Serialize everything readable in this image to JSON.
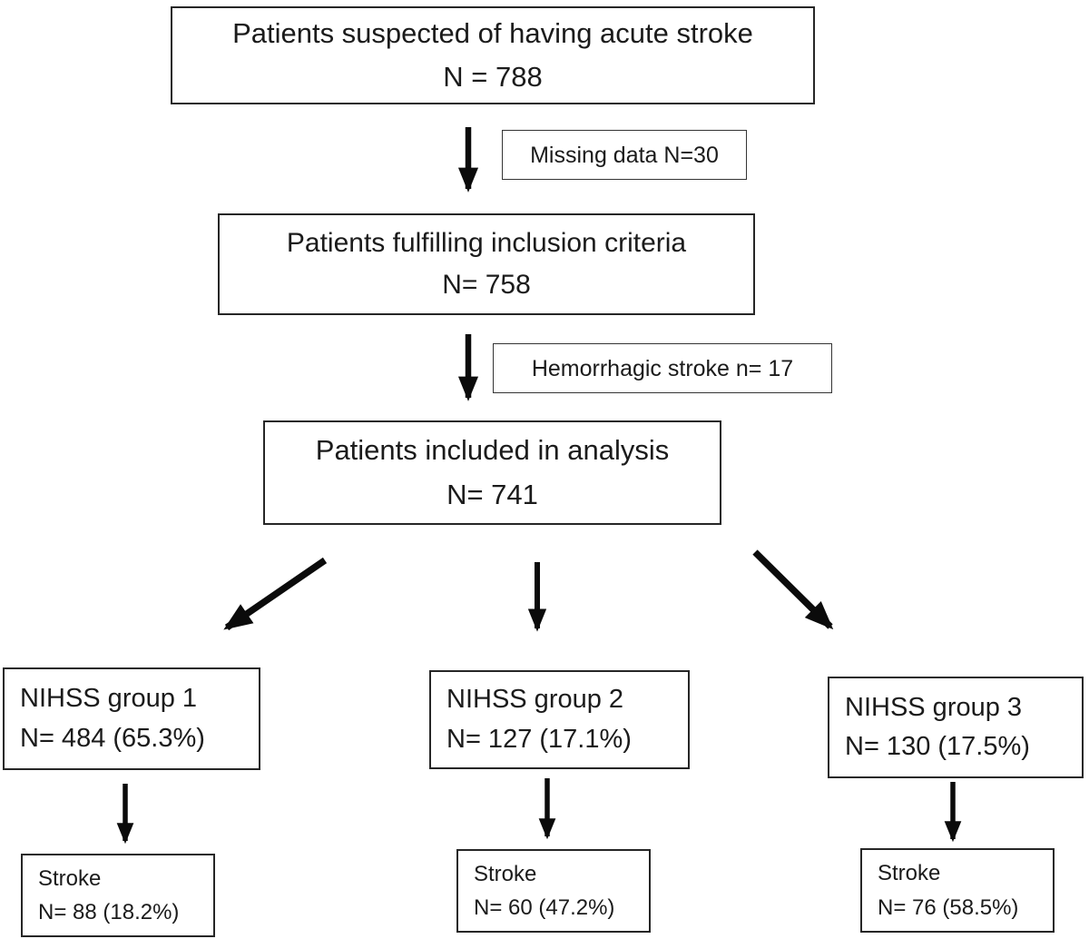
{
  "diagram": {
    "background": "#ffffff",
    "box_border_color": "#262626",
    "text_color": "#1b1b1b",
    "arrow_color": "#0b0b0b",
    "nodes": {
      "suspected": {
        "line1": "Patients suspected of having acute stroke",
        "line2": "N = 788"
      },
      "missing_data": {
        "label": "Missing data N=30"
      },
      "fulfilling": {
        "line1": "Patients fulfilling inclusion criteria",
        "line2": "N= 758"
      },
      "hemorrhagic": {
        "label": "Hemorrhagic stroke n= 17"
      },
      "included": {
        "line1": "Patients included in analysis",
        "line2": "N= 741"
      },
      "group1": {
        "line1": "NIHSS group 1",
        "line2": "N= 484 (65.3%)"
      },
      "group2": {
        "line1": "NIHSS group 2",
        "line2": "N= 127 (17.1%)"
      },
      "group3": {
        "line1": "NIHSS group 3",
        "line2": "N= 130 (17.5%)"
      },
      "stroke1": {
        "line1": "Stroke",
        "line2": "N= 88 (18.2%)"
      },
      "stroke2": {
        "line1": "Stroke",
        "line2": "N= 60 (47.2%)"
      },
      "stroke3": {
        "line1": "Stroke",
        "line2": "N= 76 (58.5%)"
      }
    }
  }
}
